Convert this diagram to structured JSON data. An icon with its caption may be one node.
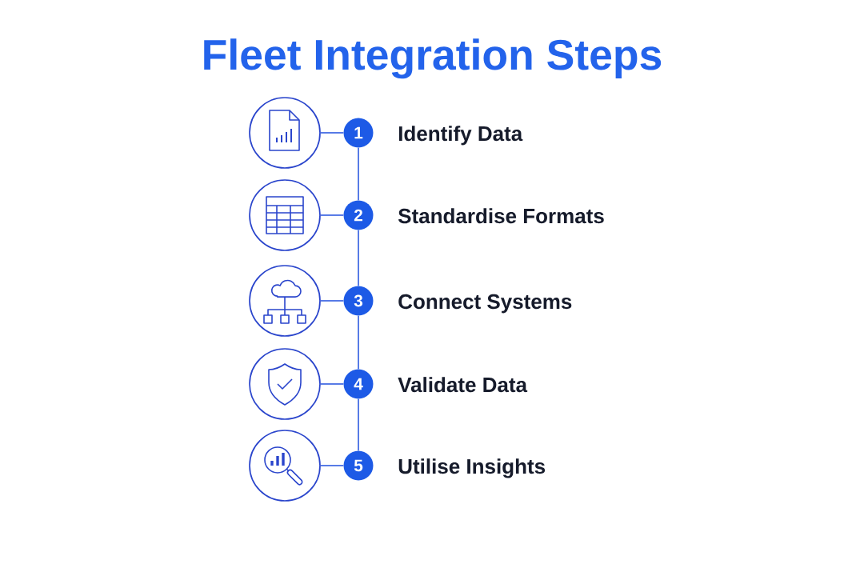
{
  "diagram": {
    "title": "Fleet Integration Steps",
    "nodes": [
      {
        "text": [],
        "shape": "circle"
      },
      {
        "text": [
          "1"
        ],
        "beside": [
          "Identify Data"
        ]
      },
      {
        "text": [],
        "shape": "circle"
      },
      {
        "text": [
          "2"
        ],
        "beside": [
          "Standardise Formats"
        ]
      },
      {
        "text": [],
        "shape": "circle"
      },
      {
        "text": [
          "3"
        ],
        "beside": [
          "Connect Systems"
        ]
      },
      {
        "text": [],
        "shape": "circle"
      },
      {
        "text": [
          "4"
        ],
        "beside": [
          "Validate Data"
        ]
      },
      {
        "text": [],
        "shape": "circle"
      },
      {
        "text": [
          "5"
        ],
        "beside": [
          "Utilise Insights"
        ]
      }
    ],
    "edges": [
      {
        "from": 0,
        "to": 1,
        "arrow": "none"
      },
      {
        "from": 1,
        "to": 3,
        "arrow": "none"
      },
      {
        "from": 2,
        "to": 3,
        "arrow": "none"
      },
      {
        "from": 3,
        "to": 5,
        "arrow": "none"
      },
      {
        "from": 4,
        "to": 5,
        "arrow": "none"
      },
      {
        "from": 5,
        "to": 7,
        "arrow": "none"
      },
      {
        "from": 6,
        "to": 7,
        "arrow": "none"
      },
      {
        "from": 7,
        "to": 9,
        "arrow": "none"
      },
      {
        "from": 8,
        "to": 9,
        "arrow": "none"
      }
    ]
  }
}
